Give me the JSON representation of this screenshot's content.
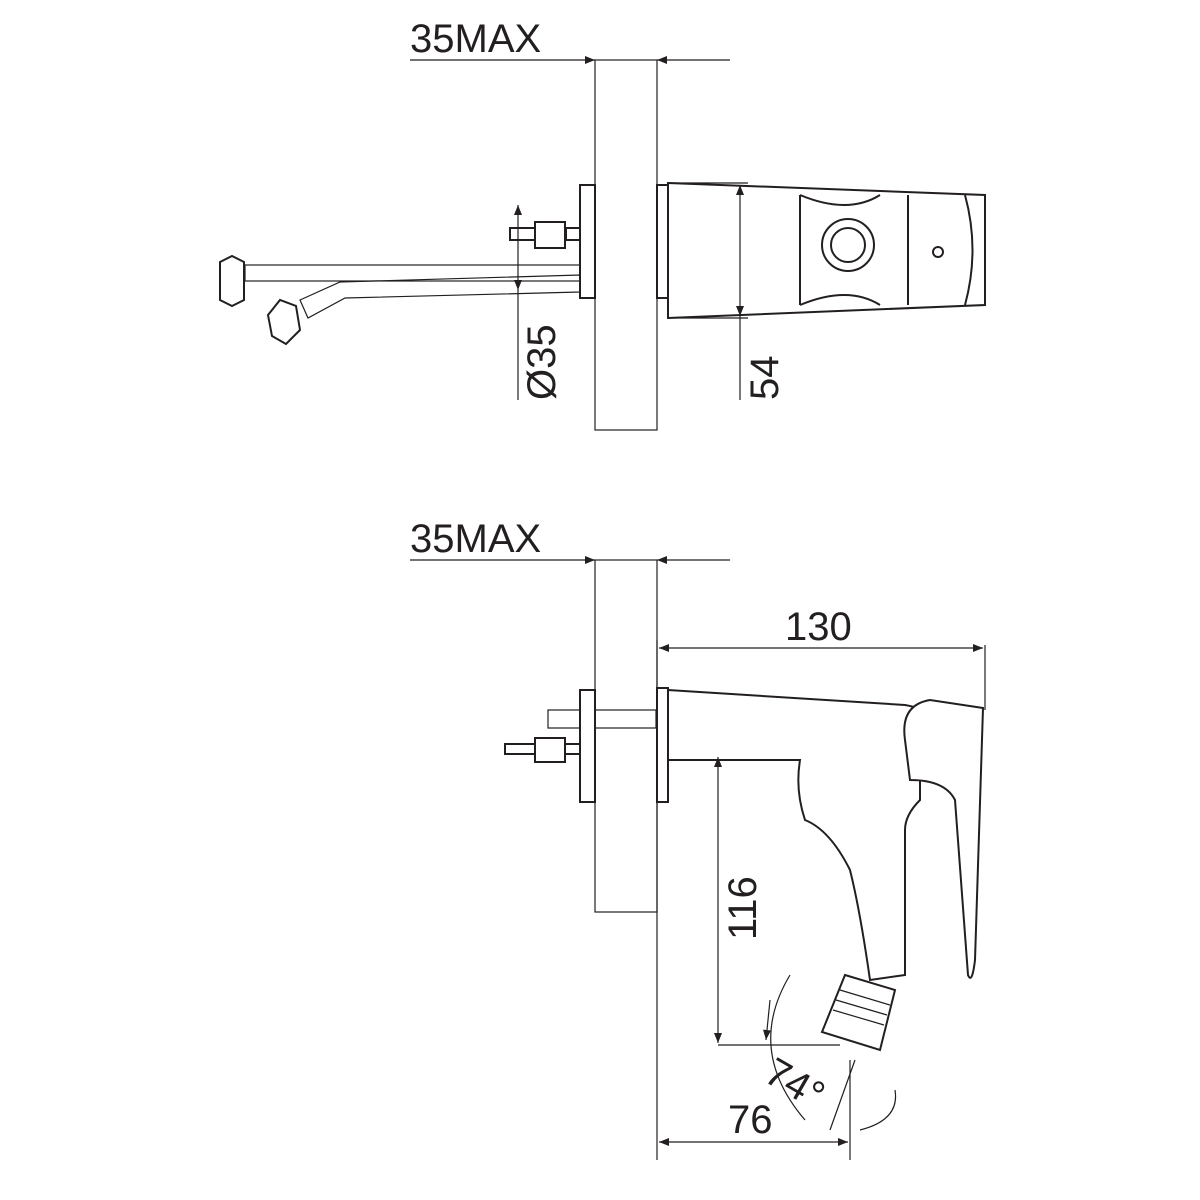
{
  "top_view": {
    "wall_depth_label": "35MAX",
    "diameter_label": "Ø35",
    "height_label": "54"
  },
  "side_view": {
    "wall_depth_label": "35MAX",
    "length_label": "130",
    "spout_height_label": "116",
    "angle_label": "74°",
    "spout_reach_label": "76"
  },
  "colors": {
    "line": "#231f20",
    "background": "#ffffff"
  }
}
